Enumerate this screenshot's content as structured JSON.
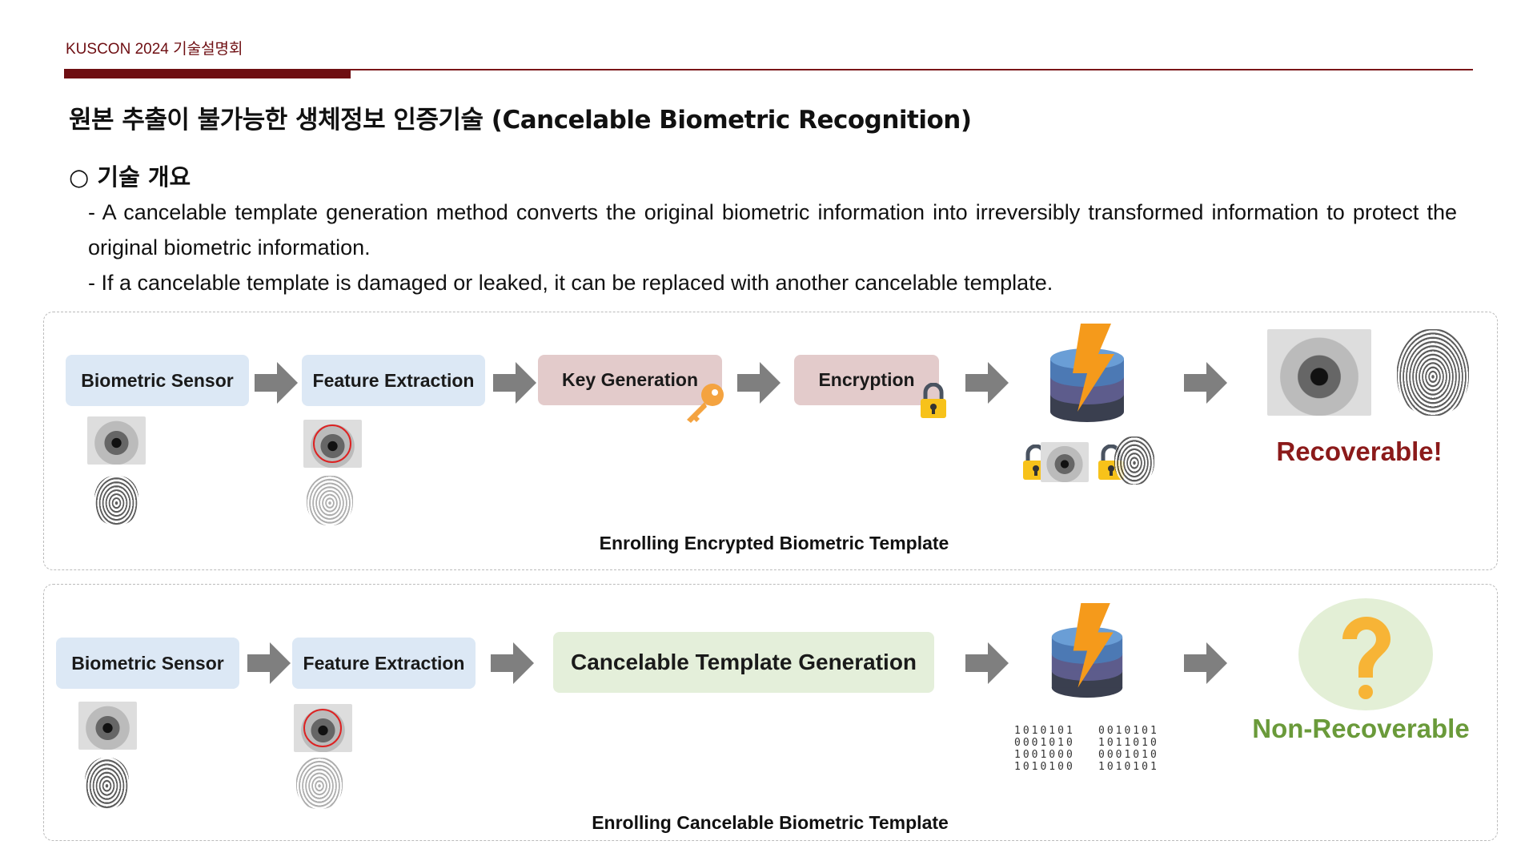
{
  "header": {
    "event": "KUSCON 2024 기술설명회"
  },
  "title": "원본 추출이 불가능한 생체정보 인증기술 (Cancelable Biometric Recognition)",
  "section": {
    "heading": "○ 기술 개요",
    "bullets": [
      "- A cancelable template generation method converts the original biometric information into irreversibly transformed information to protect the original biometric information.",
      "- If a cancelable template is damaged or leaked, it can be replaced with another cancelable template."
    ]
  },
  "panel1": {
    "steps": [
      "Biometric Sensor",
      "Feature Extraction",
      "Key Generation",
      "Encryption"
    ],
    "result": "Recoverable!",
    "caption": "Enrolling Encrypted Biometric Template",
    "result_color": "#8b1a1a"
  },
  "panel2": {
    "steps": [
      "Biometric Sensor",
      "Feature Extraction",
      "Cancelable Template Generation"
    ],
    "binary": [
      [
        "1010101",
        "0001010",
        "1001000",
        "1010100"
      ],
      [
        "0010101",
        "1011010",
        "0001010",
        "1010101"
      ]
    ],
    "result": "Non-Recoverable",
    "caption": "Enrolling Cancelable Biometric Template",
    "result_color": "#6a9a3a"
  }
}
